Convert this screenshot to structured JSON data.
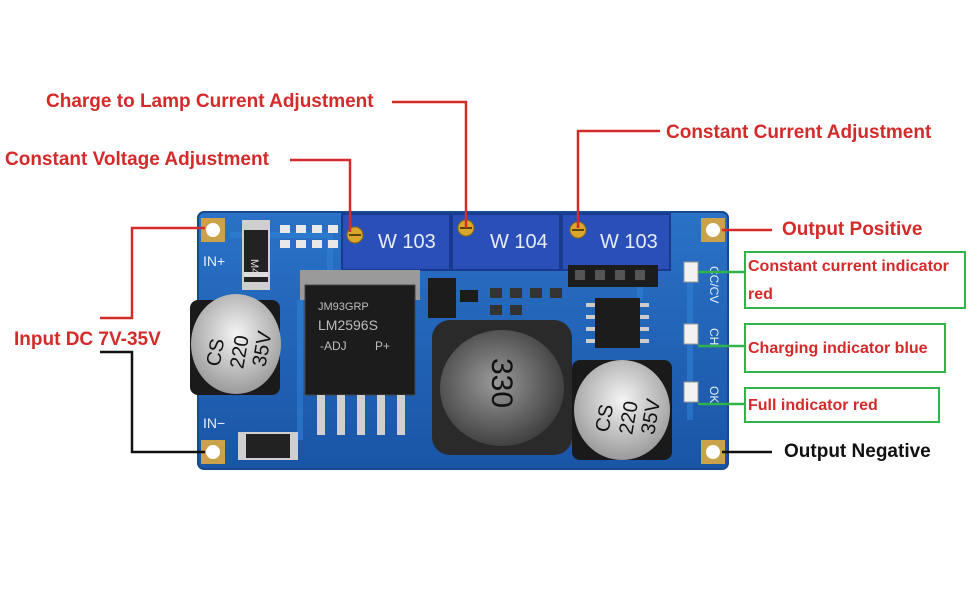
{
  "labels": {
    "charge_to_lamp": "Charge to Lamp Current Adjustment",
    "constant_voltage": "Constant Voltage Adjustment",
    "constant_current": "Constant Current Adjustment",
    "output_positive": "Output Positive",
    "input_dc": "Input DC 7V-35V",
    "output_negative": "Output Negative",
    "cc_indicator_line1": "Constant current indicator",
    "cc_indicator_line2": "red",
    "charging_indicator": "Charging indicator blue",
    "full_indicator": "Full indicator red"
  },
  "board": {
    "pot_left": "W 103",
    "pot_mid": "W 104",
    "pot_right": "W 103",
    "in_plus": "IN+",
    "in_minus": "IN−",
    "chip_line1": "JM93GRP",
    "chip_line2": "LM2596S",
    "chip_line3": "-ADJ",
    "chip_line4": "P+",
    "inductor": "330",
    "cap_left_brand": "CS",
    "cap_left_value": "220",
    "cap_left_volt": "35V",
    "cap_right_brand": "CS",
    "cap_right_value": "220",
    "cap_right_volt": "35V",
    "diode_mark": "M4",
    "silk_ccv": "CC/CV",
    "silk_ch": "CH",
    "silk_ok": "OK"
  },
  "colors": {
    "label_red": "#d42a2a",
    "indicator_box_green": "#2fb34a",
    "pcb_blue": "#1f63b8",
    "pot_blue": "#2a4fb8"
  }
}
